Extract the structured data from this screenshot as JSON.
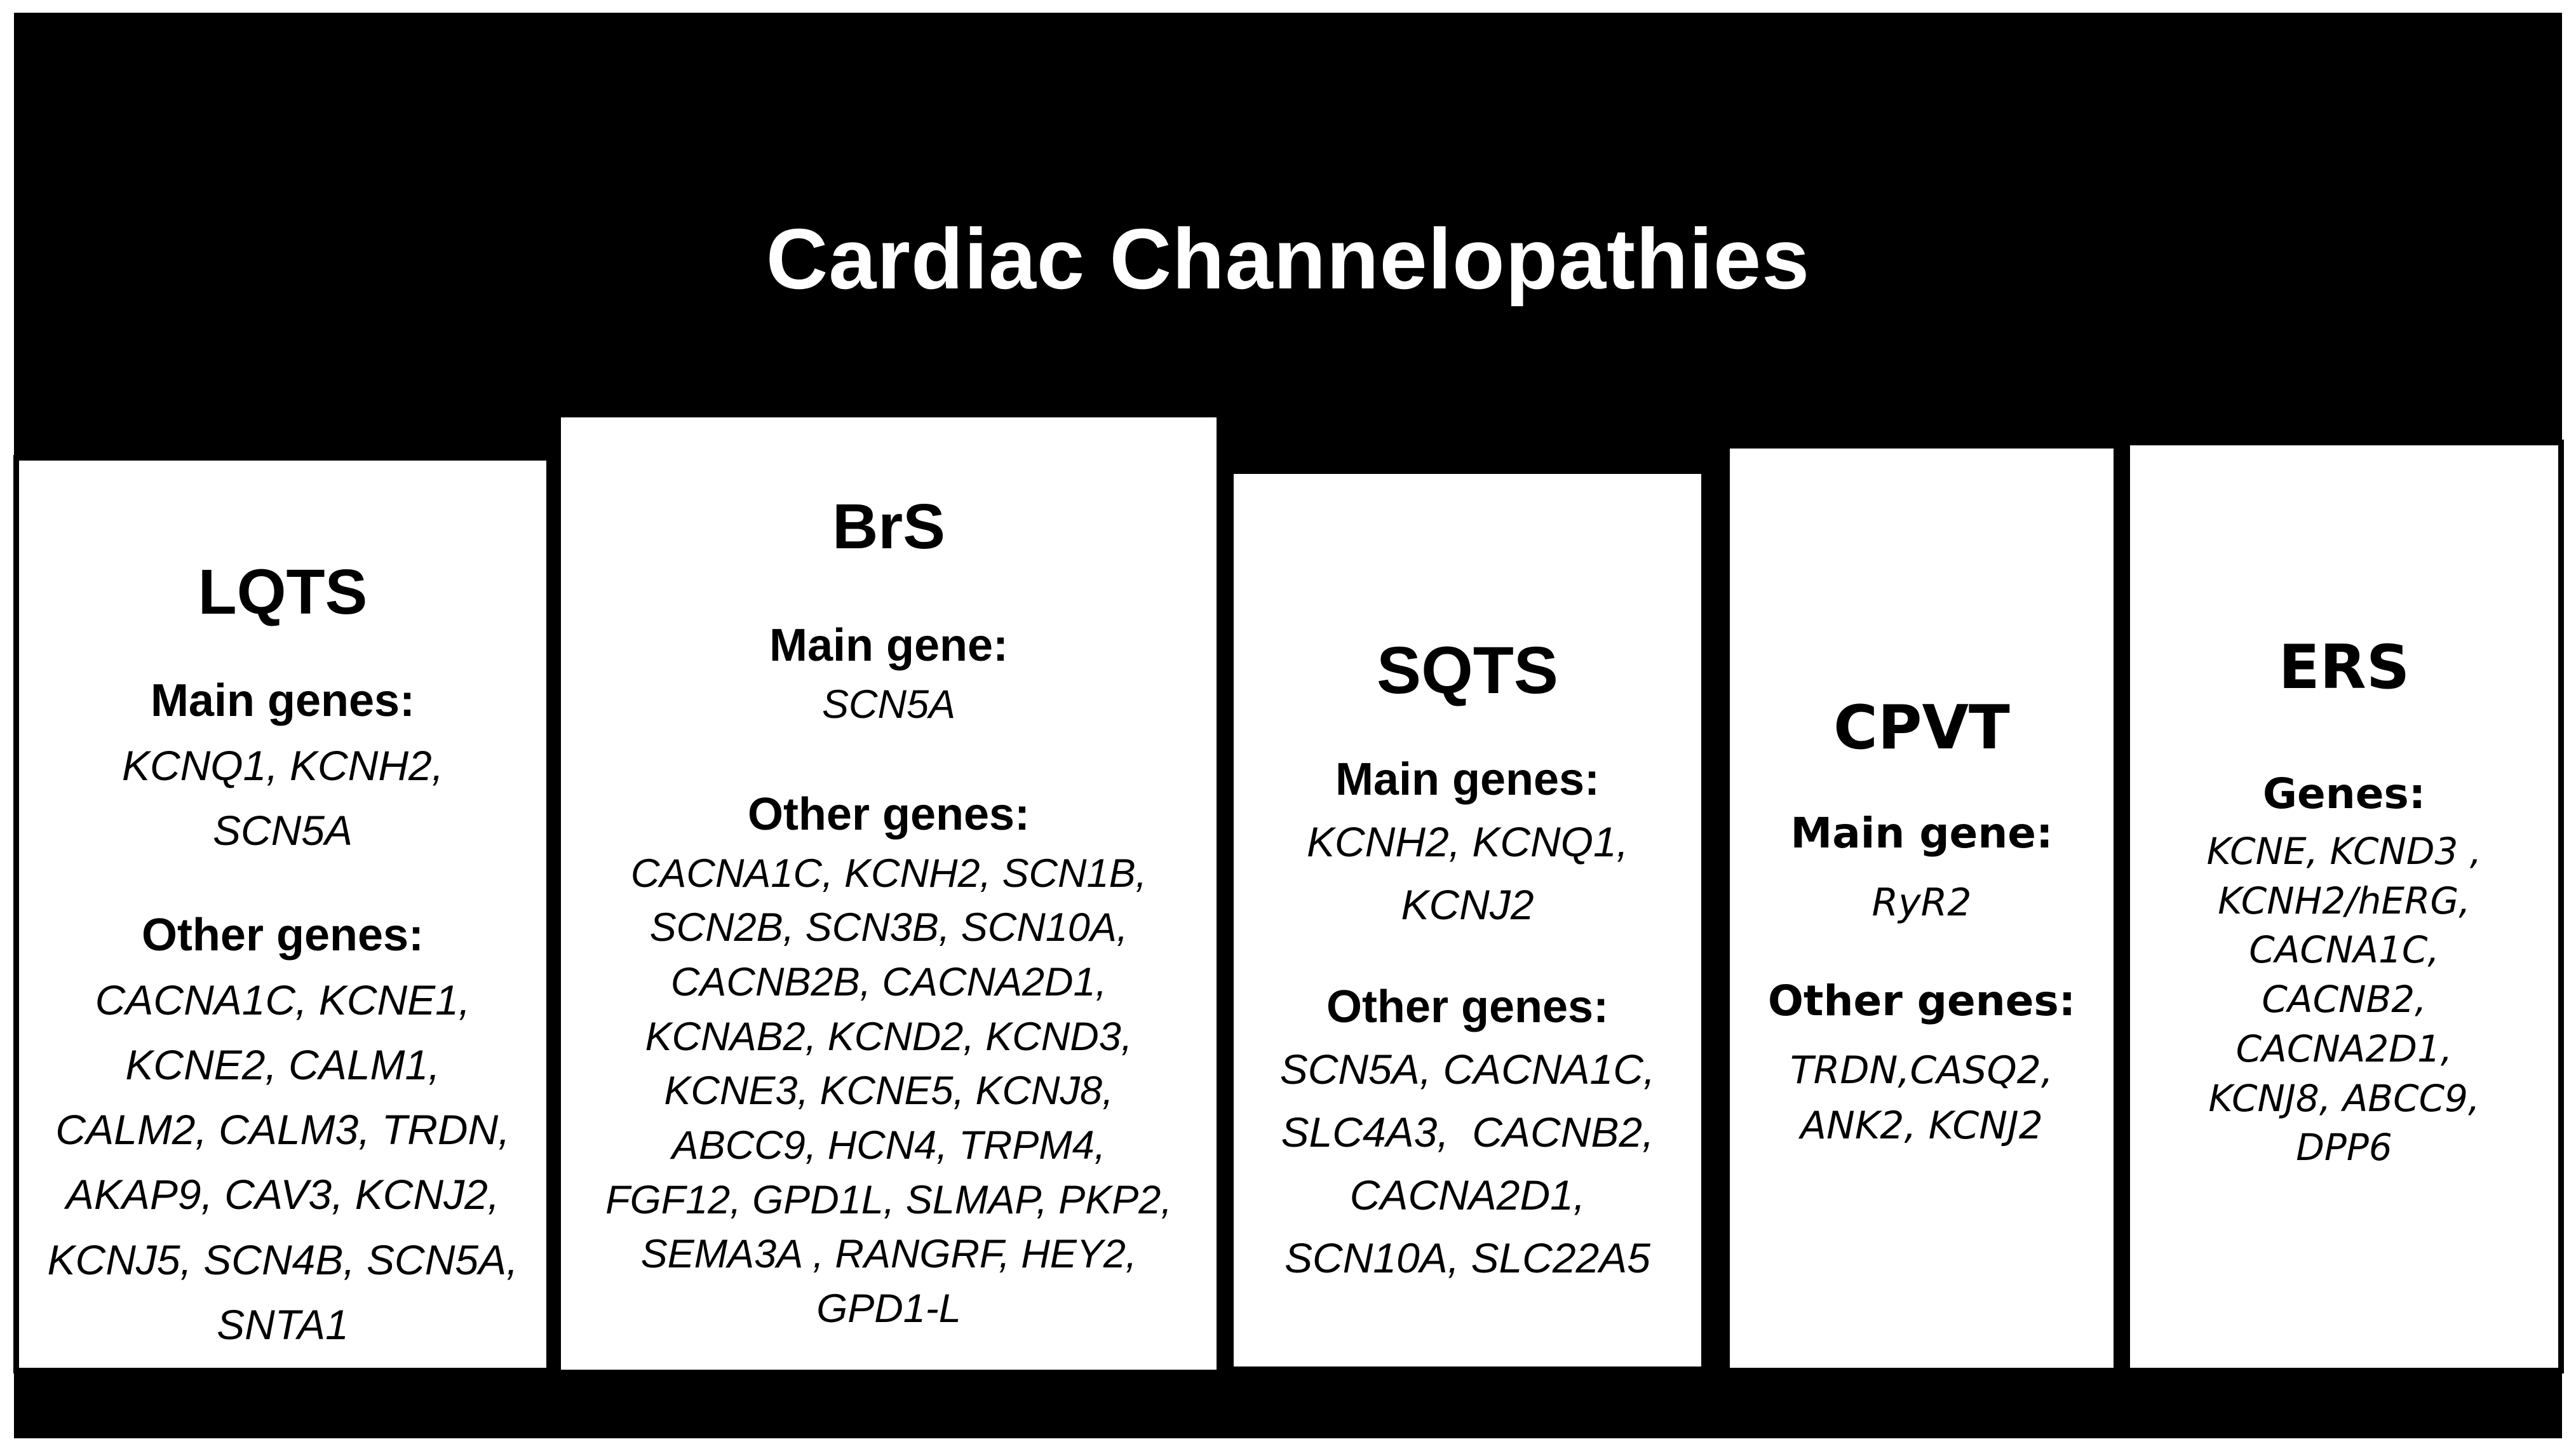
{
  "title": "Cardiac Channelopathies",
  "colors": {
    "background": "#000000",
    "box_fill": "#ffffff",
    "box_border": "#000000",
    "title_text": "#ffffff",
    "body_text": "#000000"
  },
  "boxes": [
    {
      "abbr": "LQTS",
      "sections": [
        {
          "label": "Main genes:",
          "genes": "KCNQ1, KCNH2,\nSCN5A"
        },
        {
          "label": "Other genes:",
          "genes": "CACNA1C, KCNE1,\nKCNE2, CALM1,\nCALM2, CALM3, TRDN,\nAKAP9, CAV3, KCNJ2,\nKCNJ5, SCN4B, SCN5A,\nSNTA1"
        }
      ]
    },
    {
      "abbr": "BrS",
      "sections": [
        {
          "label": "Main gene:",
          "genes": "SCN5A"
        },
        {
          "label": "Other genes:",
          "genes": "CACNA1C, KCNH2, SCN1B,\nSCN2B, SCN3B, SCN10A,\nCACNB2B, CACNA2D1,\nKCNAB2, KCND2, KCND3,\nKCNE3, KCNE5, KCNJ8,\nABCC9, HCN4, TRPM4,\nFGF12, GPD1L, SLMAP, PKP2,\nSEMA3A , RANGRF, HEY2,\nGPD1-L"
        }
      ]
    },
    {
      "abbr": "SQTS",
      "sections": [
        {
          "label": "Main genes:",
          "genes": "KCNH2, KCNQ1,\nKCNJ2"
        },
        {
          "label": "Other genes:",
          "genes": "SCN5A, CACNA1C,\nSLC4A3,  CACNB2,\nCACNA2D1,\nSCN10A, SLC22A5"
        }
      ]
    },
    {
      "abbr": "CPVT",
      "sections": [
        {
          "label": "Main gene:",
          "genes": "RyR2"
        },
        {
          "label": "Other genes:",
          "genes": "TRDN,CASQ2,\nANK2, KCNJ2"
        }
      ]
    },
    {
      "abbr": "ERS",
      "sections": [
        {
          "label": "Genes:",
          "genes": "KCNE, KCND3 ,\nKCNH2/hERG,\nCACNA1C,\nCACNB2,\nCACNA2D1,\nKCNJ8, ABCC9,\nDPP6"
        }
      ]
    }
  ]
}
